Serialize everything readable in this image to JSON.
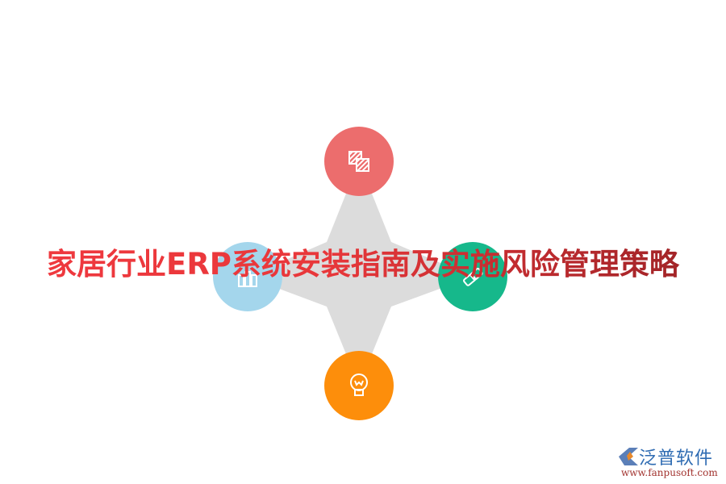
{
  "title": "家居行业ERP系统安装指南及实施风险管理策略",
  "colors": {
    "title_start": "#f0393f",
    "title_end": "#9a2326",
    "star": "#dcdcdc",
    "node_top": "#ec6d6d",
    "node_left": "#a4d6ec",
    "node_right": "#16b88b",
    "node_bottom": "#fd8e0b"
  },
  "nodes": [
    {
      "position": "top",
      "icon": "striped-squares-icon"
    },
    {
      "position": "left",
      "icon": "bar-chart-icon"
    },
    {
      "position": "right",
      "icon": "link-icon"
    },
    {
      "position": "bottom",
      "icon": "lightbulb-icon"
    }
  ],
  "logo": {
    "brand": "泛普软件",
    "url": "www.fanpusoft.com"
  }
}
